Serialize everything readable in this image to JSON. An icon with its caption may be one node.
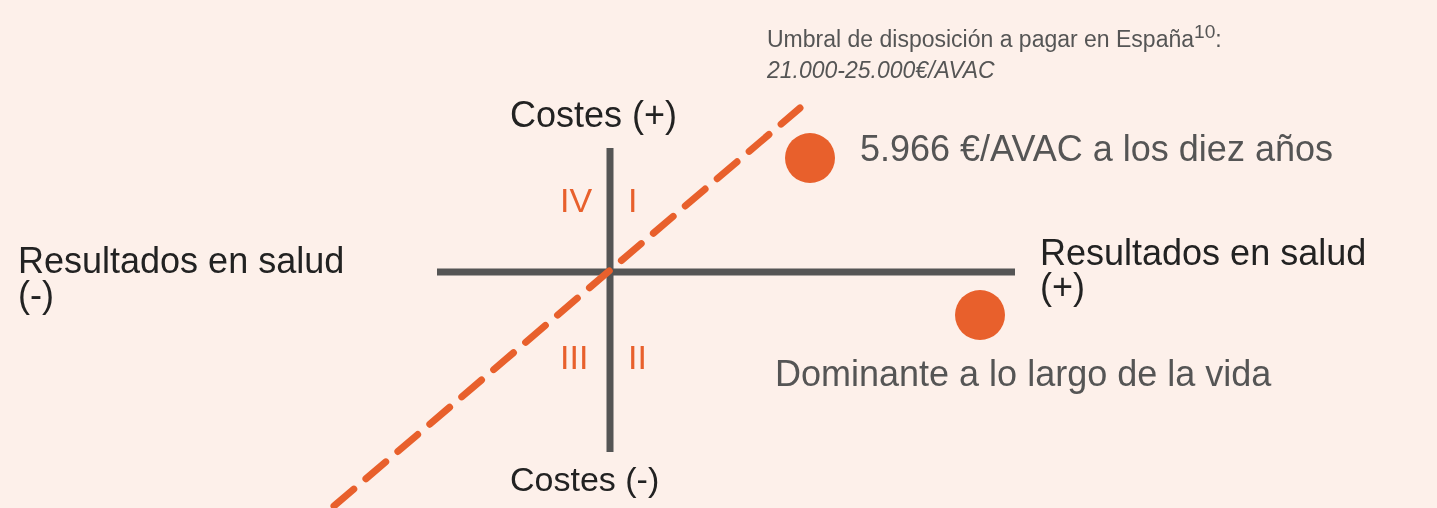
{
  "diagram": {
    "labels": [
      "Umbral de disposición a pagar en España$^{10}$:",
      "21.000-25.000€/AVAC",
      "Costes (+)",
      "5.966 €/AVAC a los diez años",
      "IV",
      "I",
      "Resultados en salud (-)",
      "Resultados en salud (+)",
      "III",
      "II",
      "Dominante a lo largo de la vida",
      "Costes (-)"
    ]
  }
}
